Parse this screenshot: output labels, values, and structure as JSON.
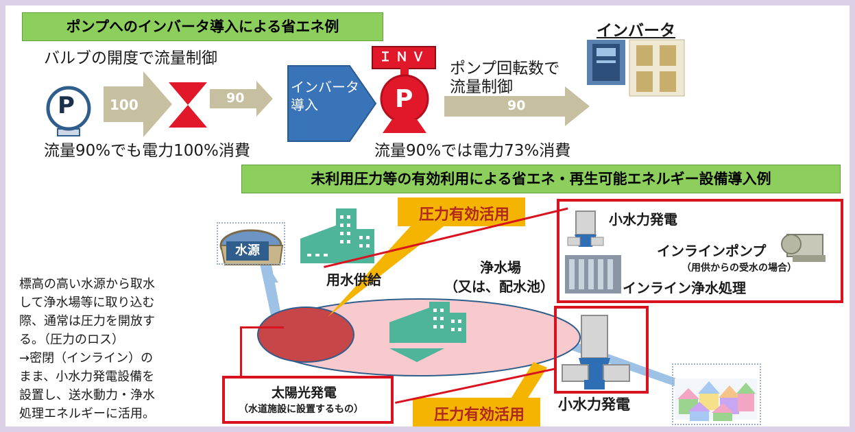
{
  "top": {
    "title": "ポンプへのインバータ導入による省エネ例",
    "valve_caption": "バルブの開度で流量制御",
    "arrow1_value": "100",
    "arrow2_value": "90",
    "pump_letter": "P",
    "result_left": "流量90%でも電力100%消費",
    "inverter_arrow_line1": "インバータ",
    "inverter_arrow_line2": "導入",
    "inv_badge": "ＩＮＶ",
    "pump_letter_right": "P",
    "rpm_caption_line1": "ポンプ回転数で",
    "rpm_caption_line2": "流量制御",
    "arrow3_value": "90",
    "result_right": "流量90%では電力73%消費",
    "inverter_product_label": "インバータ"
  },
  "bottom": {
    "title": "未利用圧力等の有効利用による省エネ・再生可能エネルギー設備導入例",
    "left_text": [
      "標高の高い水源から取水",
      "して浄水場等に取り込む",
      "際、通常は圧力を開放す",
      "る。（圧力のロス）",
      "→密閉（インライン）の",
      "まま、小水力発電設備を",
      "設置し、送水動力・浄水",
      "処理エネルギーに活用。"
    ],
    "water_source": "水源",
    "water_supply": "用水供給",
    "purification_line1": "浄水場",
    "purification_line2": "（又は、配水池）",
    "pressure_callout_top": "圧力有効活用",
    "pressure_callout_bottom": "圧力有効活用",
    "hydro_top": "小水力発電",
    "inline_pump": "インラインポンプ",
    "inline_pump_note": "（用供からの受水の場合）",
    "inline_purify": "インライン浄水処理",
    "solar_title": "太陽光発電",
    "solar_note": "（水道施設に設置するもの）",
    "hydro_bottom": "小水力発電"
  },
  "colors": {
    "title_green": "#8ccf5c",
    "arrow_tan": "#c6c0a0",
    "valve_red": "#e0182a",
    "pump_blue": "#2f5d8c",
    "inverter_arrow_blue": "#3a74b8",
    "callout_orange": "#f4b400",
    "accent_red": "#d9121f",
    "pipe_blue": "#9ec1e6",
    "building_teal": "#4fb59a"
  }
}
